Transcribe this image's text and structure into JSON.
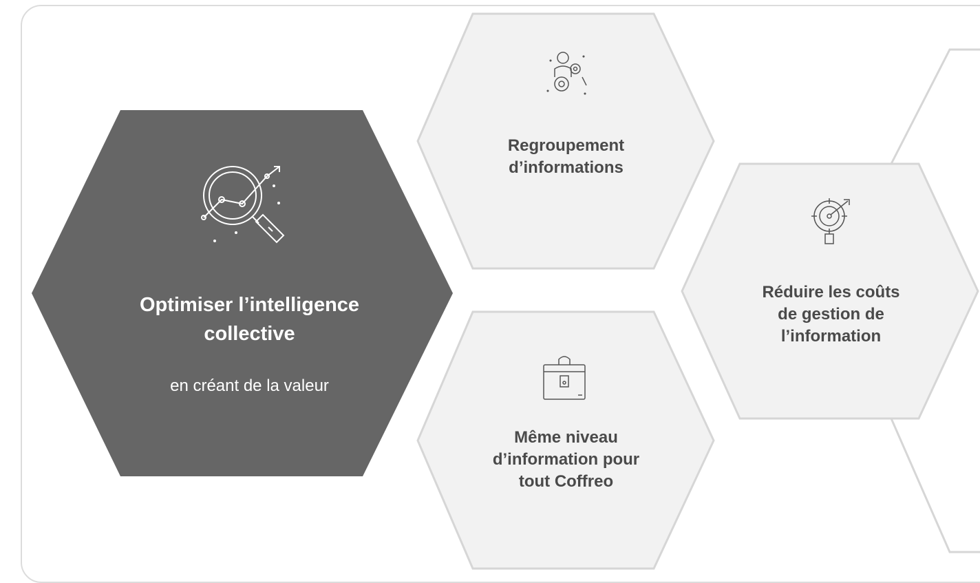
{
  "main": {
    "title_line1": "Optimiser l’intelligence",
    "title_line2": "collective",
    "subtitle": "en créant de la valeur",
    "icon": "magnifier-chart-icon"
  },
  "hexagons": [
    {
      "line1": "Regroupement",
      "line2": "d’informations",
      "icon": "person-gears-icon"
    },
    {
      "line1": "Même niveau",
      "line2": "d’information pour",
      "line3": "tout Coffreo",
      "icon": "briefcase-icon"
    },
    {
      "line1": "Réduire les coûts",
      "line2": "de gestion de",
      "line3": "l’information",
      "icon": "target-arrow-icon"
    }
  ],
  "colors": {
    "main_fill": "#666666",
    "hex_fill": "#f2f2f2",
    "hex_stroke": "#d6d6d6",
    "label_text": "#4a4a4a",
    "frame_border": "#dcdcdc"
  }
}
